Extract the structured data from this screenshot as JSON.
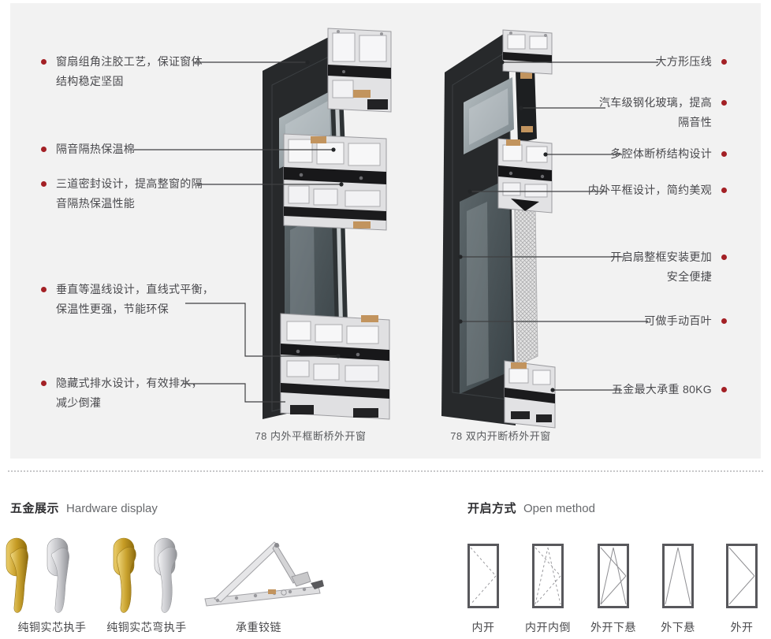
{
  "colors": {
    "accent_red": "#a32025",
    "panel_bg": "#f2f2f2",
    "line": "#3f3f41",
    "text": "#4a4a4e"
  },
  "diagram": {
    "captions": {
      "left": "78 内外平框断桥外开窗",
      "right": "78 双内开断桥外开窗"
    },
    "callouts_left": [
      {
        "lines": [
          "窗扇组角注胶工艺，保证窗体",
          "结构稳定坚固"
        ]
      },
      {
        "lines": [
          "隔音隔热保温棉"
        ]
      },
      {
        "lines": [
          "三道密封设计，提高整窗的隔",
          "音隔热保温性能"
        ]
      },
      {
        "lines": [
          "垂直等温线设计，直线式平衡，",
          "保温性更强，节能环保"
        ]
      },
      {
        "lines": [
          "隐藏式排水设计，有效排水，",
          "减少倒灌"
        ]
      }
    ],
    "callouts_right": [
      {
        "lines": [
          "大方形压线"
        ]
      },
      {
        "lines": [
          "汽车级钢化玻璃，提高",
          "隔音性"
        ]
      },
      {
        "lines": [
          "多腔体断桥结构设计"
        ]
      },
      {
        "lines": [
          "内外平框设计，简约美观"
        ]
      },
      {
        "lines": [
          "开启扇整框安装更加",
          "安全便捷"
        ]
      },
      {
        "lines": [
          "可做手动百叶"
        ]
      },
      {
        "lines": [
          "五金最大承重 80KG"
        ]
      }
    ]
  },
  "hardware": {
    "title_zh": "五金展示",
    "title_en": "Hardware display",
    "items": [
      {
        "label": "纯铜实芯执手"
      },
      {
        "label": "纯铜实芯弯执手"
      },
      {
        "label": "承重铰链"
      }
    ]
  },
  "open_method": {
    "title_zh": "开启方式",
    "title_en": "Open method",
    "items": [
      {
        "label": "内开"
      },
      {
        "label": "内开内倒"
      },
      {
        "label": "外开下悬"
      },
      {
        "label": "外下悬"
      },
      {
        "label": "外开"
      }
    ]
  }
}
